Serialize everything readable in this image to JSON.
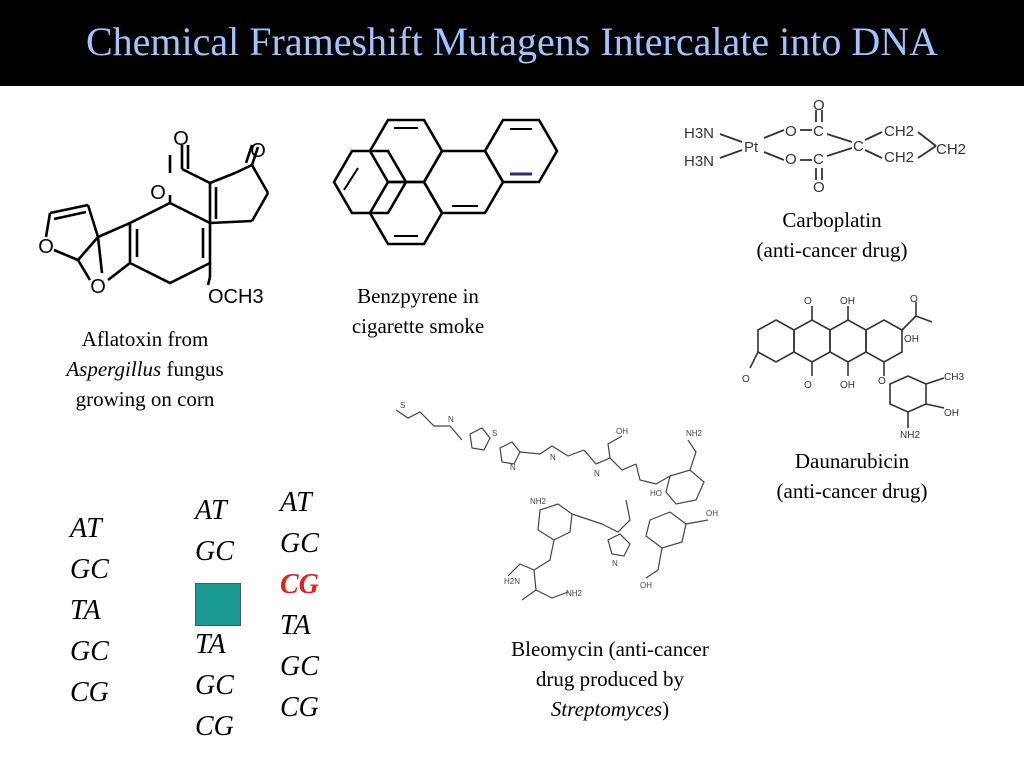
{
  "slide": {
    "title": "Chemical Frameshift Mutagens Intercalate into DNA"
  },
  "molecules": {
    "aflatoxin": {
      "caption_line1": "Aflatoxin from",
      "caption_italic": "Aspergillus",
      "caption_line2_rest": " fungus",
      "caption_line3": "growing on corn",
      "atoms": {
        "o_top": "O",
        "o_ketone": "O",
        "o_ring": "O",
        "o_left": "O",
        "o_bottom": "O",
        "och3": "OCH3"
      }
    },
    "benzpyrene": {
      "caption_line1": "Benzpyrene in",
      "caption_line2": "cigarette smoke"
    },
    "carboplatin": {
      "caption_line1": "Carboplatin",
      "caption_line2": "(anti-cancer drug)",
      "atoms": {
        "h3n_top": "H3N",
        "h3n_bottom": "H3N",
        "pt": "Pt",
        "o_top": "O",
        "o_bottom": "O",
        "o_link_top": "O",
        "o_link_bottom": "O",
        "c_top": "C",
        "c_bottom": "C",
        "c_center": "C",
        "ch2_a": "CH2",
        "ch2_b": "CH2",
        "ch2_c": "CH2"
      }
    },
    "daunarubicin": {
      "caption_line1": "Daunarubicin",
      "caption_line2": "(anti-cancer drug)"
    },
    "bleomycin": {
      "caption_line1": "Bleomycin (anti-cancer",
      "caption_line2": "drug produced by",
      "caption_italic": "Streptomyces",
      "caption_close": ")"
    }
  },
  "dna_columns": {
    "original": [
      "AT",
      "GC",
      "TA",
      "GC",
      "CG"
    ],
    "with_intercalator": {
      "top": [
        "AT",
        "GC"
      ],
      "bottom": [
        "TA",
        "GC",
        "CG"
      ]
    },
    "mutant": [
      "AT",
      "GC",
      "CG",
      "TA",
      "GC",
      "CG"
    ],
    "inserted_pair": "CG",
    "colors": {
      "inserted": "#e0201a",
      "intercalator": "#1b9a91"
    }
  }
}
